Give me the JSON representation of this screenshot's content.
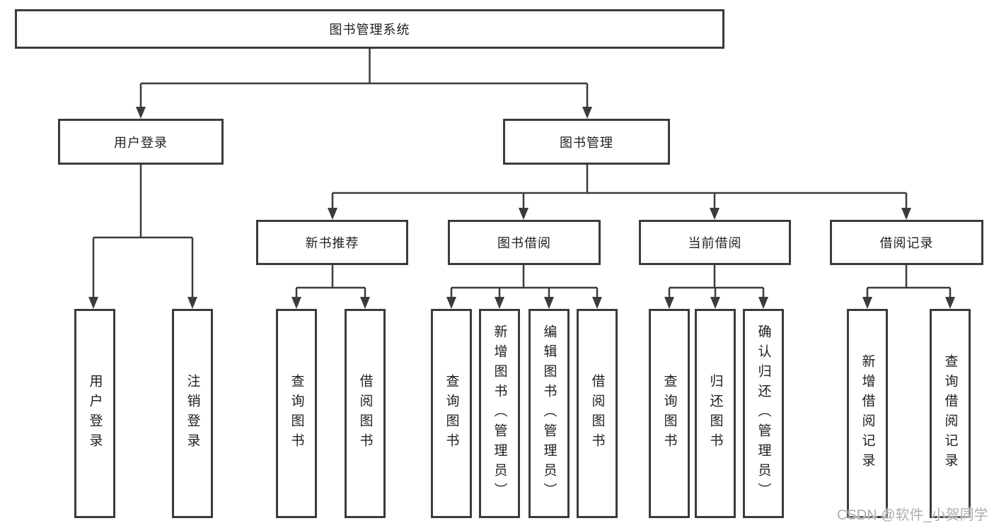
{
  "colors": {
    "line": "#3b3b3b",
    "box_border": "#3b3b3b",
    "text": "#1f1f1f",
    "background": "#ffffff",
    "watermark": "#adadad"
  },
  "watermark": {
    "text": "CSDN @软件_小贺同学"
  },
  "tree": {
    "root": {
      "label": "图书管理系统"
    },
    "branches": [
      {
        "label": "用户登录",
        "children": [
          {
            "label": "用户登录"
          },
          {
            "label": "注销登录"
          }
        ]
      },
      {
        "label": "图书管理",
        "groups": [
          {
            "label": "新书推荐",
            "children": [
              {
                "label": "查询图书"
              },
              {
                "label": "借阅图书"
              }
            ]
          },
          {
            "label": "图书借阅",
            "children": [
              {
                "label": "查询图书"
              },
              {
                "label": "新增图书（管理员）"
              },
              {
                "label": "编辑图书（管理员）"
              },
              {
                "label": "借阅图书"
              }
            ]
          },
          {
            "label": "当前借阅",
            "children": [
              {
                "label": "查询图书"
              },
              {
                "label": "归还图书"
              },
              {
                "label": "确认归还（管理员）"
              }
            ]
          },
          {
            "label": "借阅记录",
            "children": [
              {
                "label": "新增借阅记录"
              },
              {
                "label": "查询借阅记录"
              }
            ]
          }
        ]
      }
    ]
  }
}
